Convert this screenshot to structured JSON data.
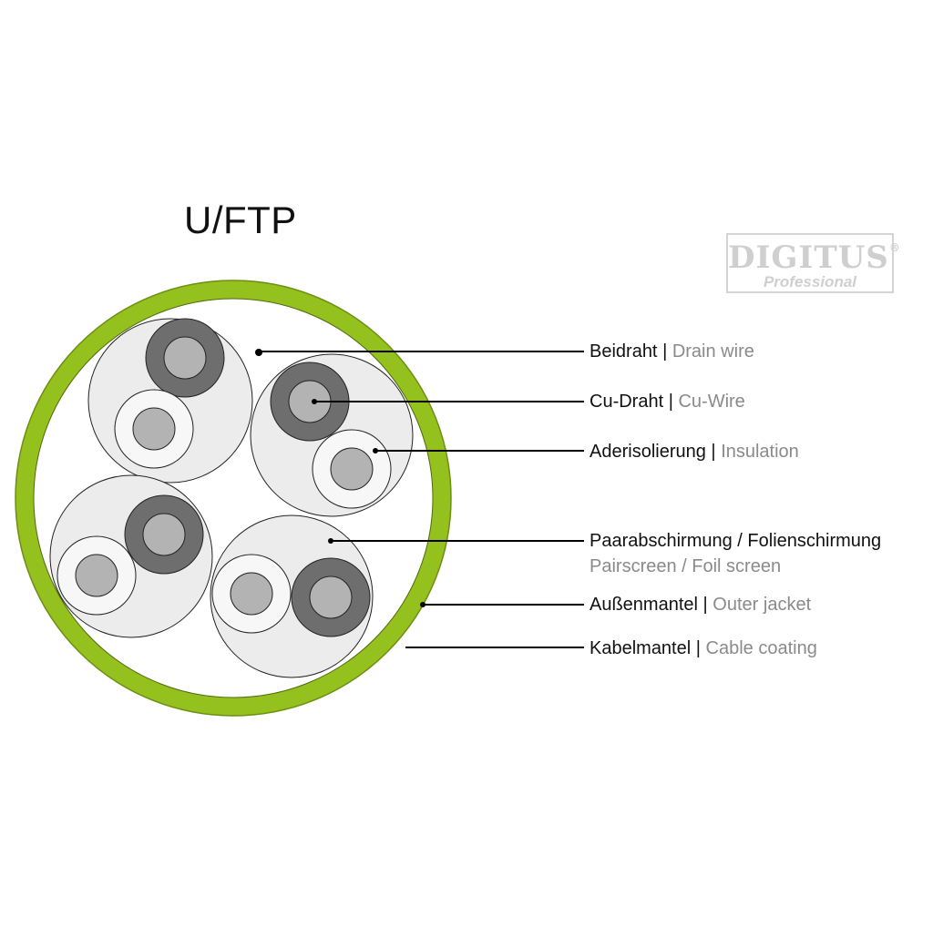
{
  "diagram": {
    "title": "U/FTP",
    "logo": {
      "brand": "DIGITUS",
      "mark": "®",
      "sub": "Professional"
    },
    "colors": {
      "jacket": "#95c11f",
      "pairscreen_fill": "#ececec",
      "conductor_copper": "#b3b3b3",
      "insulation_light": "#f7f7f7",
      "insulation_dark": "#6e6e6e",
      "outline": "#222222",
      "label_en": "#8a8a8a"
    },
    "labels": [
      {
        "id": "drain-wire",
        "de": "Beidraht",
        "sep": "|",
        "en": "Drain wire"
      },
      {
        "id": "cu-wire",
        "de": "Cu-Draht",
        "sep": "|",
        "en": "Cu-Wire"
      },
      {
        "id": "insulation",
        "de": "Aderisolierung",
        "sep": "|",
        "en": "Insulation"
      },
      {
        "id": "pairscreen",
        "de": "Paarabschirmung / Folienschirmung",
        "sep": "",
        "en": "Pairscreen / Foil screen"
      },
      {
        "id": "outer-jacket",
        "de": "Außenmantel",
        "sep": "|",
        "en": "Outer jacket"
      },
      {
        "id": "cable-coating",
        "de": "Kabelmantel",
        "sep": "|",
        "en": "Cable coating"
      }
    ]
  }
}
